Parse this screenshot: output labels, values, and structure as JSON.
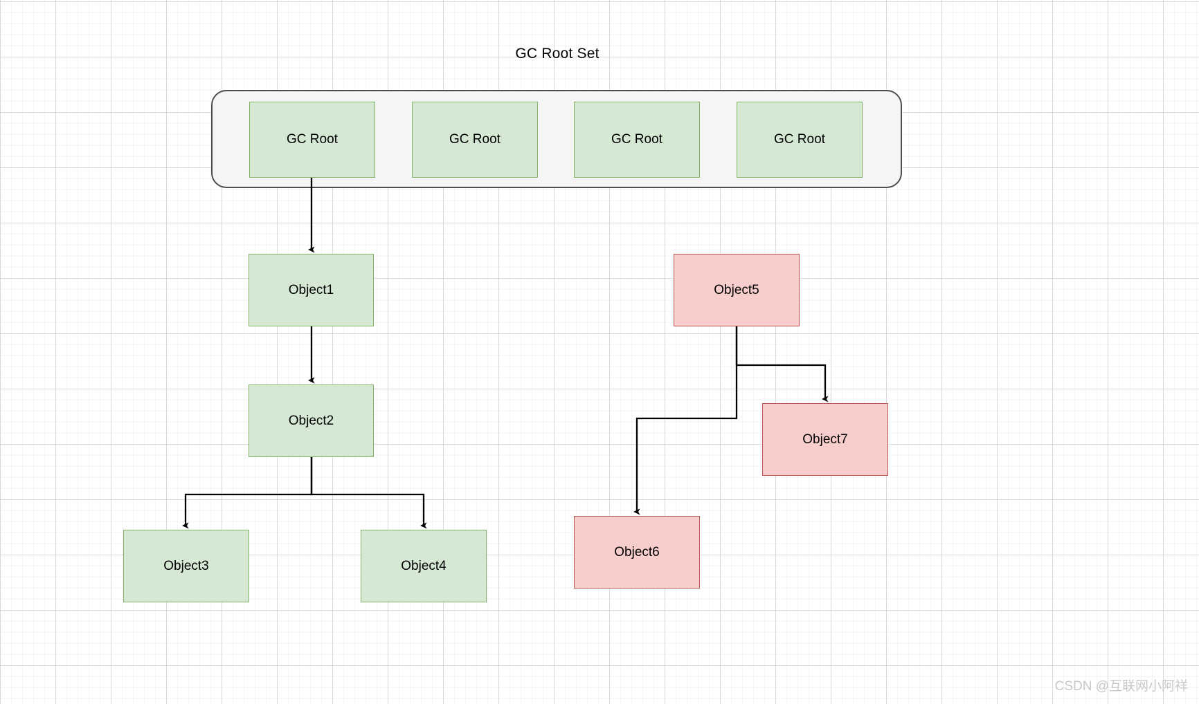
{
  "diagram": {
    "title": "GC Root Set",
    "type": "gc-reachability-graph",
    "colors": {
      "reachable_fill": "#d5e8d4",
      "reachable_border": "#82b366",
      "unreachable_fill": "#f8cecc",
      "unreachable_border": "#b85450",
      "container_fill": "#f5f5f5",
      "container_border": "#4d4d4d",
      "edge": "#000000",
      "grid": "#e8e8e8",
      "watermark": "#c8c8c8"
    },
    "root_set": {
      "label": "GC Root Set",
      "roots": [
        {
          "label": "GC Root"
        },
        {
          "label": "GC Root"
        },
        {
          "label": "GC Root"
        },
        {
          "label": "GC Root"
        }
      ]
    },
    "nodes": [
      {
        "id": "object1",
        "label": "Object1",
        "state": "reachable"
      },
      {
        "id": "object2",
        "label": "Object2",
        "state": "reachable"
      },
      {
        "id": "object3",
        "label": "Object3",
        "state": "reachable"
      },
      {
        "id": "object4",
        "label": "Object4",
        "state": "reachable"
      },
      {
        "id": "object5",
        "label": "Object5",
        "state": "unreachable"
      },
      {
        "id": "object6",
        "label": "Object6",
        "state": "unreachable"
      },
      {
        "id": "object7",
        "label": "Object7",
        "state": "unreachable"
      }
    ],
    "edges": [
      {
        "from": "gc-root-0",
        "to": "object1"
      },
      {
        "from": "object1",
        "to": "object2"
      },
      {
        "from": "object2",
        "to": "object3"
      },
      {
        "from": "object2",
        "to": "object4"
      },
      {
        "from": "object5",
        "to": "object6"
      },
      {
        "from": "object5",
        "to": "object7"
      }
    ]
  },
  "watermark": {
    "text": "CSDN @互联网小阿祥"
  }
}
